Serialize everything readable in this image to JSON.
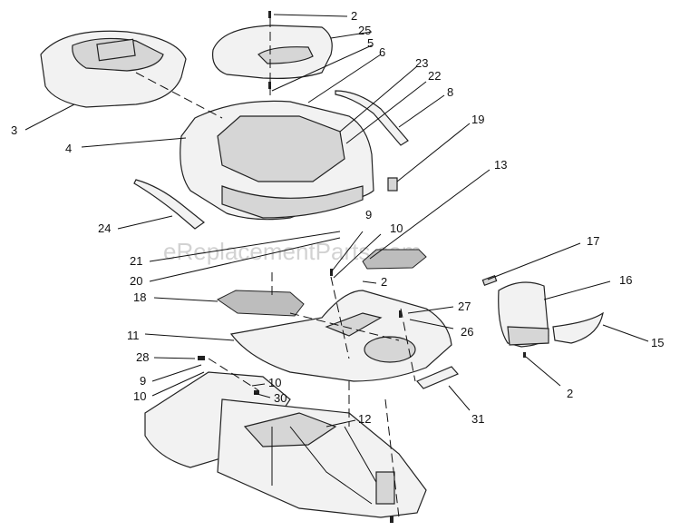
{
  "watermark": "eReplacementParts.com",
  "callouts": [
    {
      "id": "c2a",
      "text": "2"
    },
    {
      "id": "c25",
      "text": "25"
    },
    {
      "id": "c5",
      "text": "5"
    },
    {
      "id": "c6",
      "text": "6"
    },
    {
      "id": "c23",
      "text": "23"
    },
    {
      "id": "c22",
      "text": "22"
    },
    {
      "id": "c8",
      "text": "8"
    },
    {
      "id": "c19",
      "text": "19"
    },
    {
      "id": "c3",
      "text": "3"
    },
    {
      "id": "c4",
      "text": "4"
    },
    {
      "id": "c13",
      "text": "13"
    },
    {
      "id": "c24",
      "text": "24"
    },
    {
      "id": "c9a",
      "text": "9"
    },
    {
      "id": "c10a",
      "text": "10"
    },
    {
      "id": "c21",
      "text": "21"
    },
    {
      "id": "c20",
      "text": "20"
    },
    {
      "id": "c17",
      "text": "17"
    },
    {
      "id": "c2b",
      "text": "2"
    },
    {
      "id": "c16",
      "text": "16"
    },
    {
      "id": "c18",
      "text": "18"
    },
    {
      "id": "c27",
      "text": "27"
    },
    {
      "id": "c26",
      "text": "26"
    },
    {
      "id": "c11",
      "text": "11"
    },
    {
      "id": "c15",
      "text": "15"
    },
    {
      "id": "c28",
      "text": "28"
    },
    {
      "id": "c9b",
      "text": "9"
    },
    {
      "id": "c10b",
      "text": "10"
    },
    {
      "id": "c10c",
      "text": "10"
    },
    {
      "id": "c30",
      "text": "30"
    },
    {
      "id": "c2c",
      "text": "2"
    },
    {
      "id": "c12",
      "text": "12"
    },
    {
      "id": "c31",
      "text": "31"
    }
  ]
}
